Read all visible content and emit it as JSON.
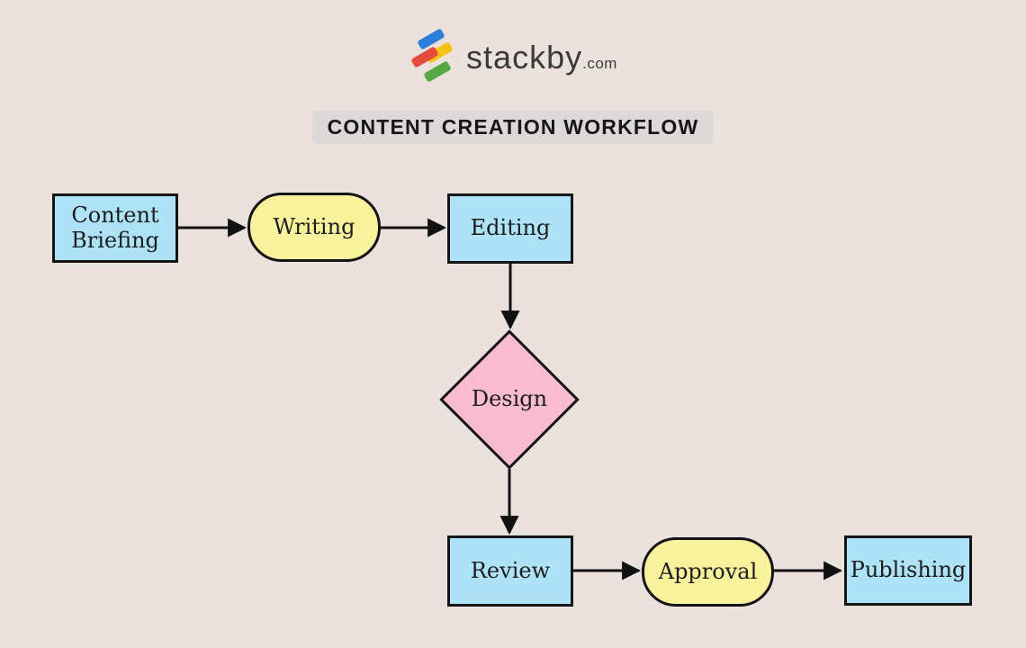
{
  "page": {
    "background": "#EBE1DD"
  },
  "logo": {
    "brand": "stackby",
    "tld": ".com",
    "icon_colors": {
      "blue": "#2E7FD9",
      "yellow": "#F5C211",
      "red": "#E54B3C",
      "green": "#55A846"
    }
  },
  "title": {
    "text": "CONTENT CREATION WORKFLOW",
    "background": "#DDD9D8"
  },
  "flowchart": {
    "colors": {
      "process_fill": "#AEE2F7",
      "terminal_fill": "#F9F29D",
      "decision_fill": "#F8BBD0",
      "border": "#141414",
      "arrow": "#111111"
    },
    "nodes": [
      {
        "id": "content-briefing",
        "label": "Content Briefing",
        "shape": "rectangle",
        "fill": "#AEE2F7"
      },
      {
        "id": "writing",
        "label": "Writing",
        "shape": "rounded",
        "fill": "#F9F29D"
      },
      {
        "id": "editing",
        "label": "Editing",
        "shape": "rectangle",
        "fill": "#AEE2F7"
      },
      {
        "id": "design",
        "label": "Design",
        "shape": "diamond",
        "fill": "#F8BBD0"
      },
      {
        "id": "review",
        "label": "Review",
        "shape": "rectangle",
        "fill": "#AEE2F7"
      },
      {
        "id": "approval",
        "label": "Approval",
        "shape": "rounded",
        "fill": "#F9F29D"
      },
      {
        "id": "publishing",
        "label": "Publishing",
        "shape": "rectangle",
        "fill": "#AEE2F7"
      }
    ],
    "edges": [
      {
        "from": "content-briefing",
        "to": "writing"
      },
      {
        "from": "writing",
        "to": "editing"
      },
      {
        "from": "editing",
        "to": "design"
      },
      {
        "from": "design",
        "to": "review"
      },
      {
        "from": "review",
        "to": "approval"
      },
      {
        "from": "approval",
        "to": "publishing"
      }
    ]
  }
}
